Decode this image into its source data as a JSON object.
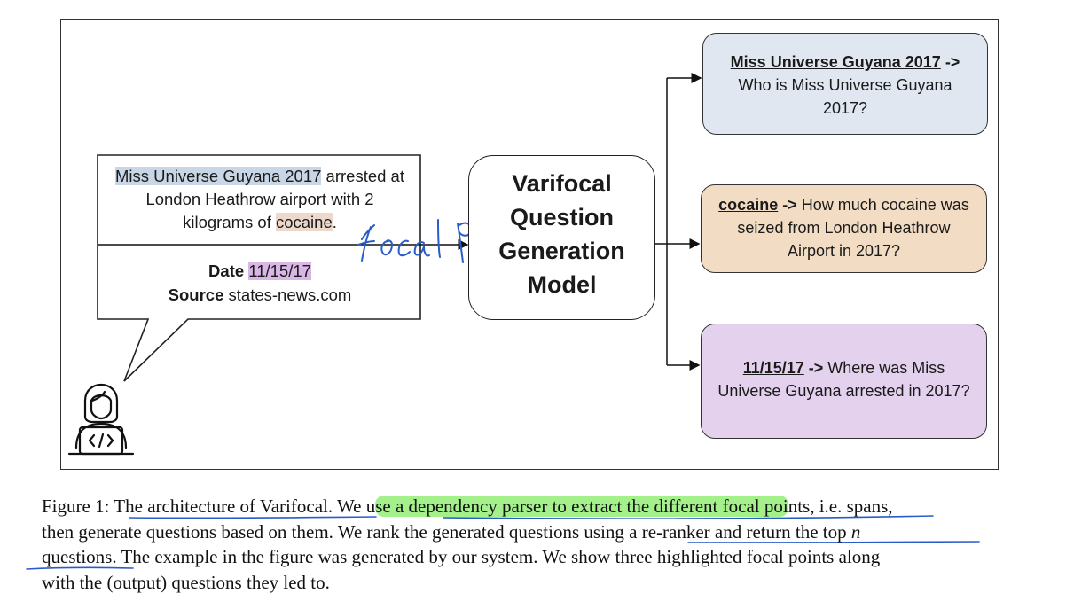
{
  "figure": {
    "input": {
      "sentence_parts": [
        "Miss Universe Guyana 2017",
        " arrested at",
        "London Heathrow airport with 2",
        "kilograms of ",
        "cocaine",
        "."
      ],
      "date_label": "Date",
      "date_value": "11/15/17",
      "source_label": "Source",
      "source_value": "states-news.com"
    },
    "handwritten_annotation": "focal point",
    "model": {
      "lines": [
        "Varifocal",
        "Question",
        "Generation",
        "Model"
      ]
    },
    "outputs": [
      {
        "focus": "Miss Universe Guyana 2017",
        "arrow": " ->",
        "question_lines": [
          "Who is Miss Universe Guyana",
          "2017?"
        ],
        "color": "#e0e7f1"
      },
      {
        "focus": "cocaine",
        "arrow": " ->",
        "question_lines": [
          " How much cocaine was",
          "seized from London Heathrow",
          "Airport in 2017?"
        ],
        "color": "#f2dcc4"
      },
      {
        "focus": "11/15/17",
        "arrow": " ->",
        "question_lines": [
          " Where was Miss",
          "Universe Guyana arrested in 2017?"
        ],
        "color": "#e4d1ee"
      }
    ],
    "highlight_colors": {
      "blue": "#c9d6e6",
      "tan": "#ecd9cc",
      "purple": "#d8b6e6"
    }
  },
  "caption": {
    "line1": {
      "a": "Figure 1: ",
      "b": "The architecture of Varifocal.",
      "c": " We u",
      "d": "se a dependency parser to extract the different focal poi",
      "e": "nts, i.e. spans,"
    },
    "line2": {
      "a": "then generate questions based on them.  We rank the generated questions ",
      "b": "using a re-ranker and return the top ",
      "n": "n"
    },
    "line3": {
      "a": "questions.",
      "b": " The example in the figure was generated by our system. We show three highlighted focal points along"
    },
    "line4": "with the (output) questions they led to."
  },
  "annotation_colors": {
    "pen": "#2a5cc8",
    "highlighter": "#a4f08b"
  }
}
